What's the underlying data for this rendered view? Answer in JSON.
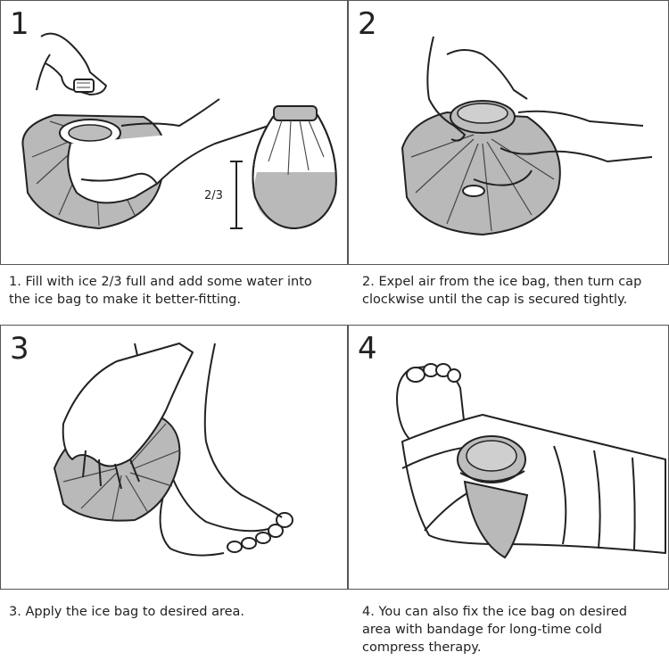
{
  "steps": [
    {
      "number": "1",
      "caption": "1. Fill with ice 2/3 full and add some water into\nthe ice bag to make it better-fitting."
    },
    {
      "number": "2",
      "caption": "2. Expel air from the ice bag, then turn cap\nclockwise until the cap is secured tightly."
    },
    {
      "number": "3",
      "caption": "3. Apply the ice bag to desired area."
    },
    {
      "number": "4",
      "caption": "4. You can also fix the ice bag on desired\narea with bandage for long-time cold\ncompress therapy."
    }
  ],
  "fill_label": "2/3",
  "colors": {
    "bag_gray": "#b9b9b9",
    "line": "#222222",
    "border": "#555555"
  }
}
